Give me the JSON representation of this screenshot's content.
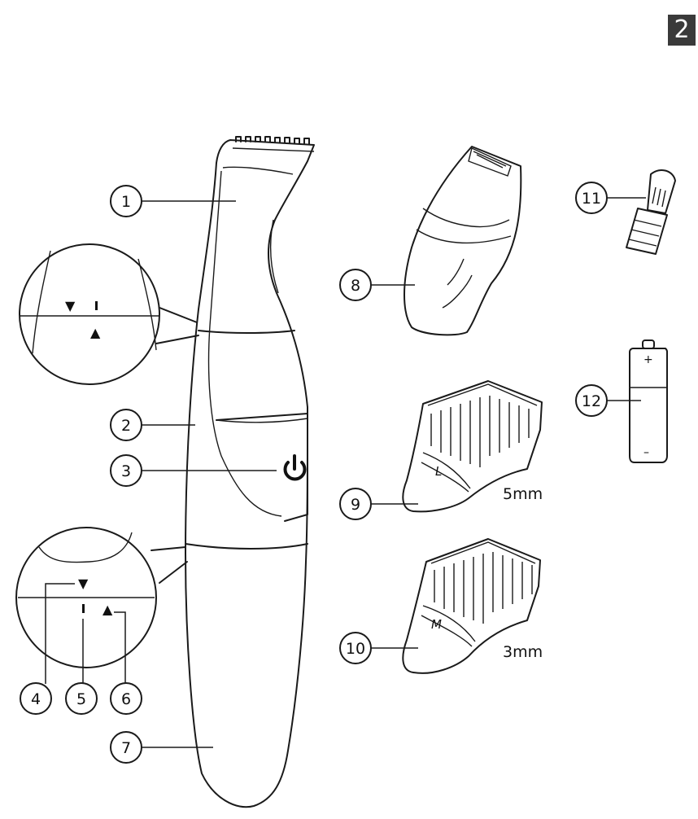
{
  "page_badge": "2",
  "callouts": [
    {
      "id": "1",
      "label": "1"
    },
    {
      "id": "2",
      "label": "2"
    },
    {
      "id": "3",
      "label": "3"
    },
    {
      "id": "4",
      "label": "4"
    },
    {
      "id": "5",
      "label": "5"
    },
    {
      "id": "6",
      "label": "6"
    },
    {
      "id": "7",
      "label": "7"
    },
    {
      "id": "8",
      "label": "8"
    },
    {
      "id": "9",
      "label": "9"
    },
    {
      "id": "10",
      "label": "10"
    },
    {
      "id": "11",
      "label": "11"
    },
    {
      "id": "12",
      "label": "12"
    }
  ],
  "comb_sizes": {
    "comb_l": "5mm",
    "comb_m": "3mm"
  },
  "comb_letters": {
    "comb_l": "L",
    "comb_m": "M"
  },
  "marks": {
    "down_arrow": "▼",
    "unlock_bar": "I",
    "up_arrow": "▲"
  },
  "battery_signs": {
    "plus": "+",
    "minus": "–"
  }
}
